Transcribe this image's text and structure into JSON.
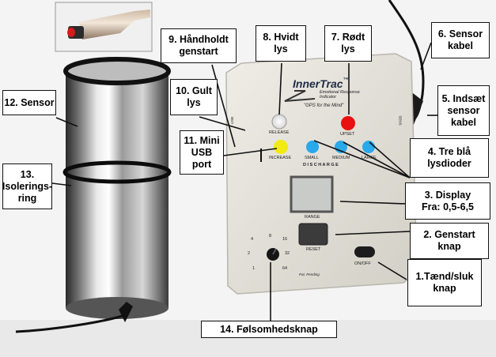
{
  "device": {
    "brand": "InnerTrac",
    "tm": "™",
    "tagline1": "Emotional Response",
    "tagline2": "Indicator",
    "slogan": "\"GPS for the Mind\"",
    "label_release": "RELEASE",
    "label_upset": "UPSET",
    "label_increase": "INCREASE",
    "label_small": "SMALL",
    "label_medium": "MEDIUM",
    "label_large": "LARGE",
    "label_discharge": "D I S C H A R G E",
    "label_range": "RANGE",
    "label_reset": "RESET",
    "label_onoff": "ON/OFF",
    "label_patent": "Pat. Pending",
    "side_left": "USB",
    "side_right": "SENS",
    "dial_numbers": [
      "4",
      "8",
      "16",
      "2",
      "32",
      "1",
      "64"
    ]
  },
  "callouts": [
    {
      "id": "c1",
      "text": "1.Tænd/sluk\nknap"
    },
    {
      "id": "c2",
      "text": "2. Genstart\nknap"
    },
    {
      "id": "c3",
      "text": "3. Display\nFra: 0,5-6,5"
    },
    {
      "id": "c4",
      "text": "4. Tre blå\nlysdioder"
    },
    {
      "id": "c5",
      "text": "5. Indsæt\nsensor\nkabel"
    },
    {
      "id": "c6",
      "text": "6. Sensor\nkabel"
    },
    {
      "id": "c7",
      "text": "7. Rødt\nlys"
    },
    {
      "id": "c8",
      "text": "8. Hvidt\nlys"
    },
    {
      "id": "c9",
      "text": "9. Håndholdt\ngenstart"
    },
    {
      "id": "c10",
      "text": "10. Gult\nlys"
    },
    {
      "id": "c11",
      "text": "11. Mini\nUSB\nport"
    },
    {
      "id": "c12",
      "text": "12. Sensor"
    },
    {
      "id": "c13",
      "text": "13.\nIsolerings-\nring"
    },
    {
      "id": "c14",
      "text": "14. Følsomhedsknap"
    }
  ],
  "colors": {
    "white_led": "#ffffff",
    "red_led": "#e81010",
    "yellow_led": "#f2ea12",
    "blue_led": "#29a8ea",
    "device_body": "#e6e4dc"
  }
}
